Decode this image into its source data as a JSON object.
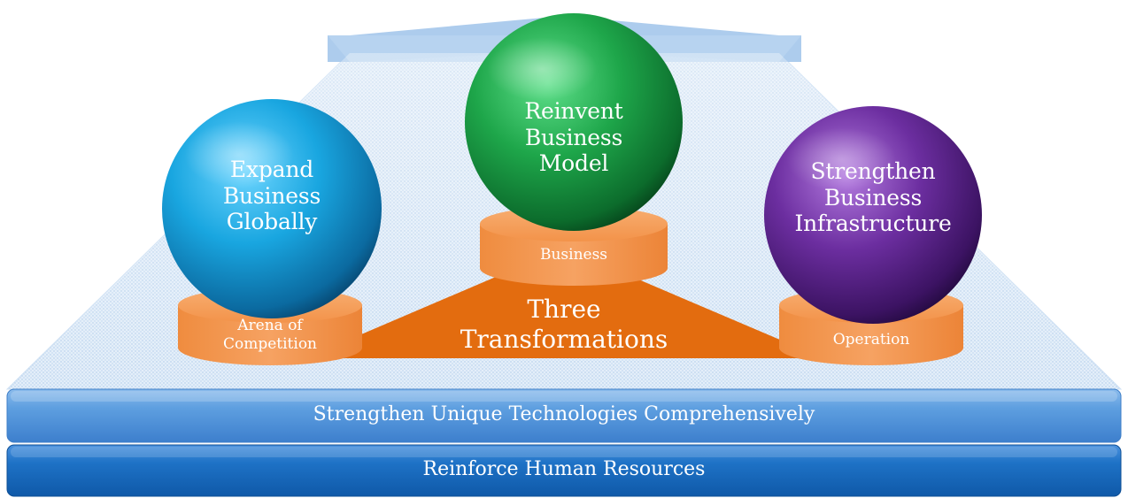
{
  "spheres": {
    "left": {
      "lines": [
        "Expand",
        "Business",
        "Globally"
      ]
    },
    "center": {
      "lines": [
        "Reinvent",
        "Business",
        "Model"
      ]
    },
    "right": {
      "lines": [
        "Strengthen",
        "Business",
        "Infrastructure"
      ]
    }
  },
  "pedestals": {
    "left": {
      "lines": [
        "Arena of",
        "Competition"
      ]
    },
    "center": {
      "lines": [
        "Business"
      ]
    },
    "right": {
      "lines": [
        "Operation"
      ]
    }
  },
  "center_triangle": {
    "lines": [
      "Three",
      "Transformations"
    ]
  },
  "bars": {
    "upper": "Strengthen Unique Technologies Comprehensively",
    "lower": "Reinforce Human Resources"
  },
  "colors": {
    "sphere_left": "#1aa7e0",
    "sphere_center": "#1fa54a",
    "sphere_right": "#6a2c9a",
    "pedestal": "#f49a52",
    "triangle": "#e46d10",
    "bar_upper": "#5b9fe0",
    "bar_lower": "#1d6fc0",
    "roof": "#c7ddf3"
  }
}
